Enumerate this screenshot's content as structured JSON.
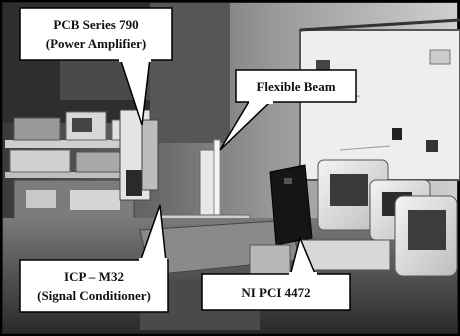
{
  "callouts": {
    "pcb": {
      "line1": "PCB Series 790",
      "line2": "(Power Amplifier)"
    },
    "beam": {
      "label": "Flexible Beam"
    },
    "icp": {
      "line1": "ICP – M32",
      "line2": "(Signal Conditioner)"
    },
    "ni": {
      "label": "NI PCI 4472"
    }
  }
}
